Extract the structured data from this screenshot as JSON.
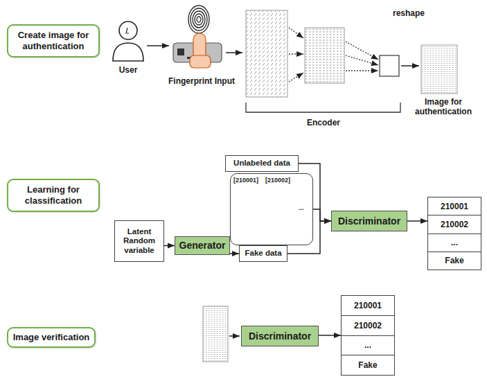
{
  "diagram": {
    "nodes": [
      {
        "text": [
          "Create image for authentication"
        ]
      },
      {
        "text": [
          "Learning for classification"
        ]
      },
      {
        "text": [
          "Unlabeled data"
        ]
      },
      {
        "text": [
          "[210001]",
          "[210002]",
          "..."
        ]
      },
      {
        "text": [
          "Latent Random variable"
        ]
      },
      {
        "text": [
          "Generator"
        ]
      },
      {
        "text": [
          "Fake data"
        ]
      },
      {
        "text": [
          "Discriminator"
        ]
      },
      {
        "text": [
          "210001",
          "210002",
          "...",
          "Fake"
        ]
      },
      {
        "text": [
          "Image verification"
        ]
      },
      {
        "text": [
          "Discriminator"
        ]
      },
      {
        "text": [
          "210001",
          "210002",
          "...",
          "Fake"
        ]
      }
    ],
    "edges": [
      {
        "from": 2,
        "to": 7,
        "arrow": "to"
      },
      {
        "from": 3,
        "to": 7,
        "arrow": "to"
      },
      {
        "from": 6,
        "to": 7,
        "arrow": "to"
      },
      {
        "from": 4,
        "to": 5,
        "arrow": "to"
      },
      {
        "from": 5,
        "to": 6,
        "arrow": "to"
      },
      {
        "from": 7,
        "to": 8,
        "arrow": "to"
      },
      {
        "from": 10,
        "to": 11,
        "arrow": "to"
      }
    ],
    "labels": [
      "reshape",
      "User",
      "Fingerprint Input",
      "Encoder",
      "Image for authentication"
    ]
  }
}
